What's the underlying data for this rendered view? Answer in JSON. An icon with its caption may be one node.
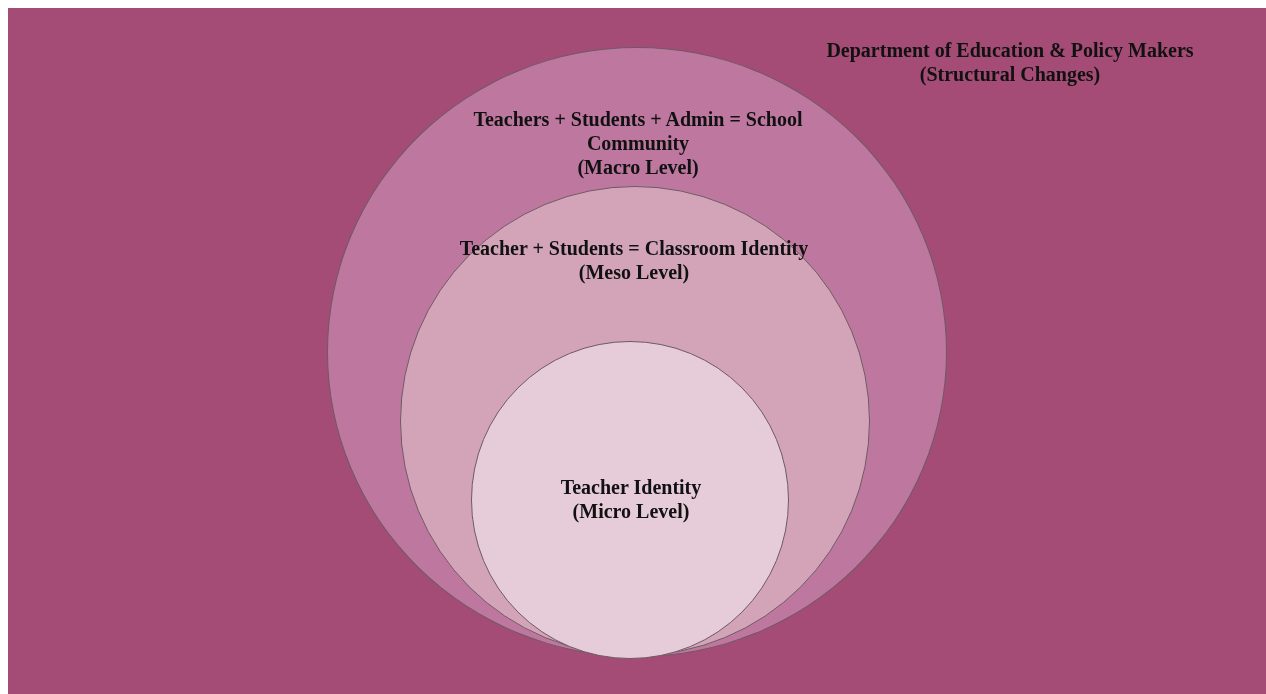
{
  "diagram": {
    "nodes": [
      {
        "text": [
          "Department of Education & Policy Makers",
          "(Structural Changes)"
        ]
      },
      {
        "text": [
          "Teachers + Students + Admin = School Community",
          "(Macro Level)"
        ],
        "in": 0
      },
      {
        "text": [
          "Teacher + Students = Classroom Identity",
          "(Meso Level)"
        ],
        "in": 1
      },
      {
        "text": [
          "Teacher Identity",
          "(Micro Level)"
        ],
        "in": 2
      }
    ]
  }
}
